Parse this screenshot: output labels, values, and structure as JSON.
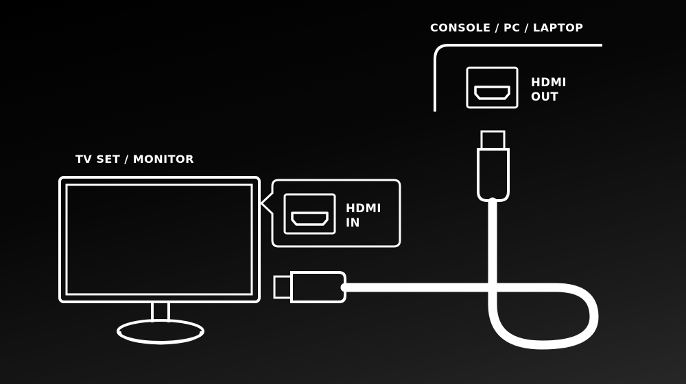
{
  "source_device": {
    "label": "CONSOLE / PC / LAPTOP",
    "port_label": [
      "HDMI",
      "OUT"
    ]
  },
  "display_device": {
    "label": "TV SET / MONITOR",
    "port_label": [
      "HDMI",
      "IN"
    ]
  },
  "colors": {
    "background": "#000000",
    "line": "#ffffff"
  },
  "icons": {
    "display": "monitor-icon",
    "port": "hdmi-port-icon",
    "connector": "hdmi-plug-icon",
    "cable": "cable"
  }
}
